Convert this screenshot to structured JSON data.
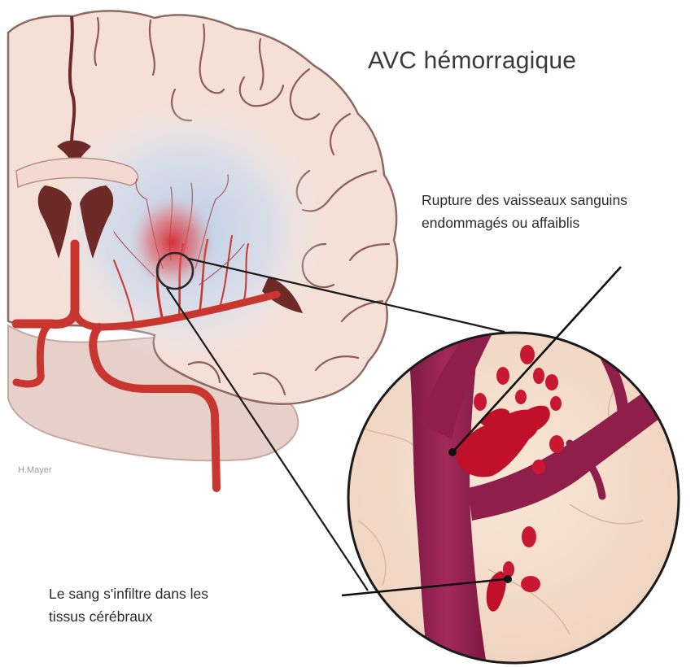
{
  "title": "AVC hémorragique",
  "callouts": {
    "rupture": {
      "line1": "Rupture des vaisseaux sanguins",
      "line2": "endommagés ou affaiblis"
    },
    "infiltration": {
      "line1": "Le sang s'infiltre dans les",
      "line2": "tissus cérébraux"
    }
  },
  "credit": "H.Mayer",
  "colors": {
    "brain_tissue": "#f4dfd6",
    "brain_outline": "#8a5a52",
    "artery": "#c8362f",
    "vessel_magnified": "#8f1f4a",
    "blood": "#c0102a",
    "ventricle": "#6e2a26",
    "glow": "#b9cde8"
  }
}
